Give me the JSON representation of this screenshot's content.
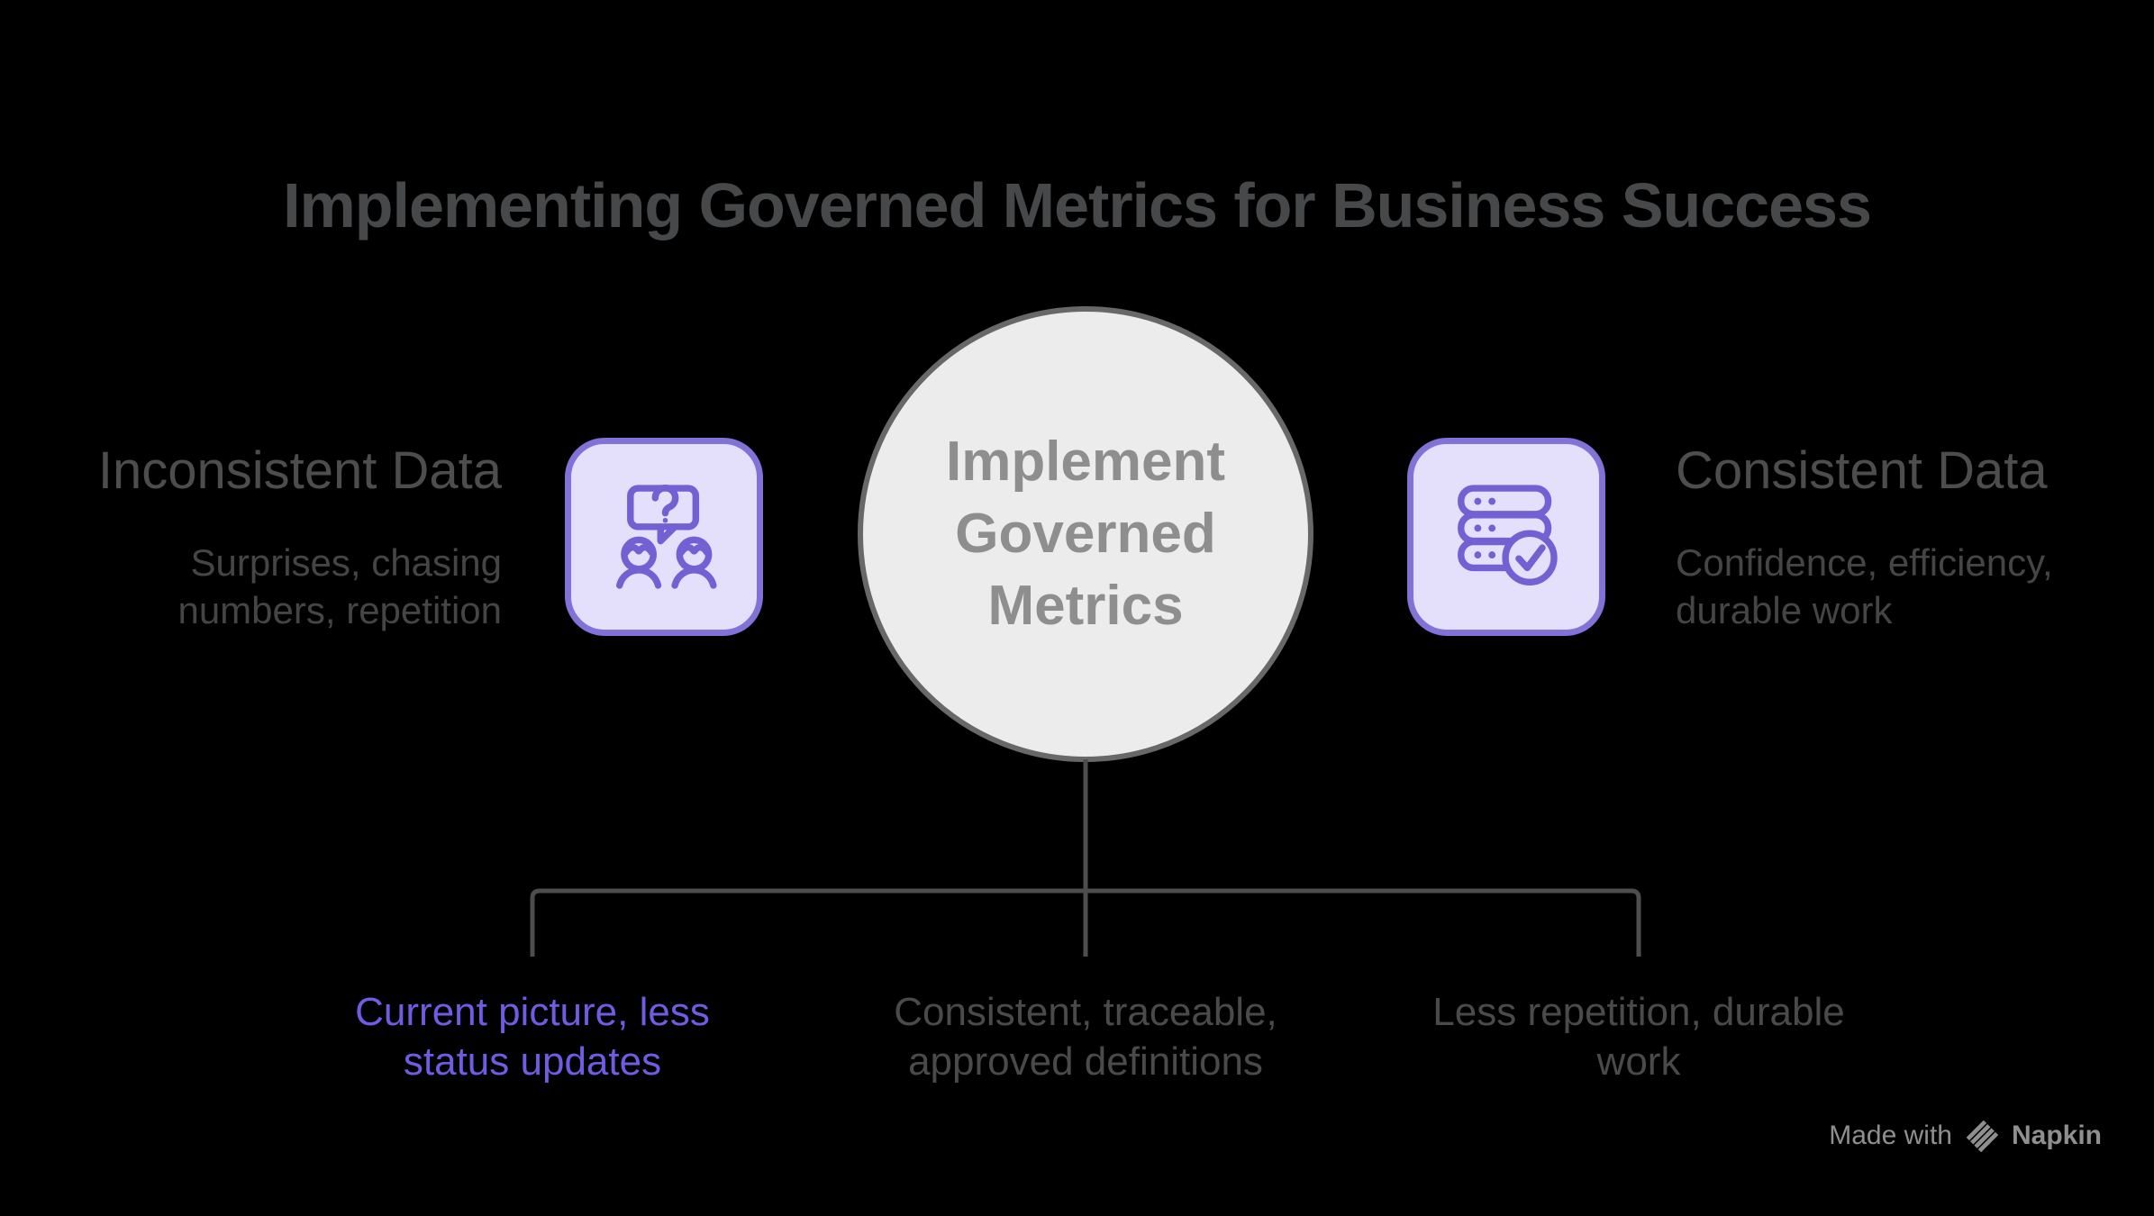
{
  "title": "Implementing Governed Metrics for Business Success",
  "center_node": {
    "lines": [
      "Implement",
      "Governed",
      "Metrics"
    ]
  },
  "left_item": {
    "heading": "Inconsistent Data",
    "description_lines": [
      "Surprises, chasing",
      "numbers, repetition"
    ],
    "icon": "discussion-question-icon"
  },
  "right_item": {
    "heading": "Consistent Data",
    "description_lines": [
      "Confidence, efficiency,",
      "durable work"
    ],
    "icon": "database-check-icon"
  },
  "outcomes": {
    "items": [
      {
        "lines": [
          "Current picture, less",
          "status updates"
        ],
        "highlighted": true
      },
      {
        "lines": [
          "Consistent, traceable,",
          "approved definitions"
        ],
        "highlighted": false
      },
      {
        "lines": [
          "Less repetition, durable",
          "work"
        ],
        "highlighted": false
      }
    ]
  },
  "footer": {
    "made_with": "Made with",
    "brand": "Napkin",
    "logo": "napkin-logo"
  },
  "colors": {
    "background": "#000000",
    "title_gray": "#47484a",
    "heading_gray": "#4d4d4d",
    "body_gray": "#454545",
    "accent_purple": "#6e5ce2",
    "icon_tile_fill": "#e4dffa",
    "icon_tile_border": "#8172d8",
    "icon_stroke": "#7361d4",
    "circle_fill": "#ececec",
    "circle_border": "#686868",
    "circle_text": "#8e8e8e",
    "connector_gray": "#4d4d4d",
    "footer_gray": "#8f8f8f"
  }
}
